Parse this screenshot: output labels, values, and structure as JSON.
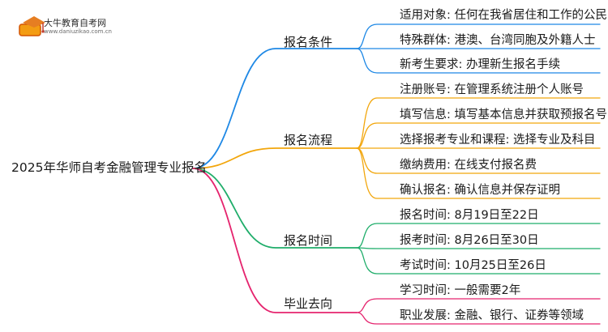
{
  "logo": {
    "name": "大牛教育自考网",
    "url": "www.daniuzikao.com.cn"
  },
  "root": "2025年华师自考金融管理专业报名",
  "colors": {
    "blue": "#1e88e5",
    "orange": "#f2a60c",
    "green": "#1fad6a",
    "pink": "#e5246e"
  },
  "branches": [
    {
      "label": "报名条件",
      "color_key": "blue",
      "leaves": [
        "适用对象: 任何在我省居住和工作的公民",
        "特殊群体: 港澳、台湾同胞及外籍人士",
        "新考生要求: 办理新生报名手续"
      ]
    },
    {
      "label": "报名流程",
      "color_key": "orange",
      "leaves": [
        "注册账号: 在管理系统注册个人账号",
        "填写信息: 填写基本信息并获取预报名号",
        "选择报考专业和课程: 选择专业及科目",
        "缴纳费用: 在线支付报名费",
        "确认报名: 确认信息并保存证明"
      ]
    },
    {
      "label": "报名时间",
      "color_key": "green",
      "leaves": [
        "报名时间: 8月19日至22日",
        "报考时间: 8月26日至30日",
        "考试时间: 10月25日至26日"
      ]
    },
    {
      "label": "毕业去向",
      "color_key": "pink",
      "leaves": [
        "学习时间: 一般需要2年",
        "职业发展: 金融、银行、证券等领域"
      ]
    }
  ]
}
